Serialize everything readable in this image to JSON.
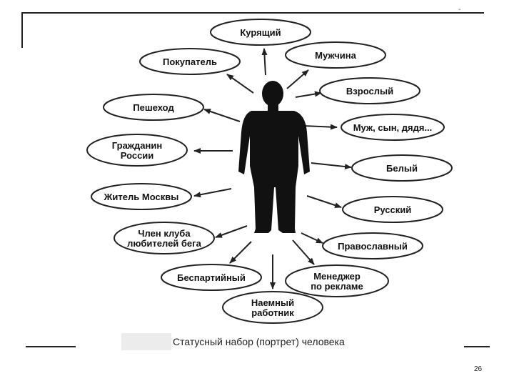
{
  "slide": {
    "caption": "Статусный набор (портрет) человека",
    "page_number": "26",
    "corner_mark": "-"
  },
  "diagram": {
    "nodes": [
      {
        "id": "smoker",
        "lines": [
          "Курящий"
        ]
      },
      {
        "id": "buyer",
        "lines": [
          "Покупатель"
        ]
      },
      {
        "id": "man",
        "lines": [
          "Мужчина"
        ]
      },
      {
        "id": "adult",
        "lines": [
          "Взрослый"
        ]
      },
      {
        "id": "pedestrian",
        "lines": [
          "Пешеход"
        ]
      },
      {
        "id": "relatives",
        "lines": [
          "Муж, сын, дядя..."
        ]
      },
      {
        "id": "citizen",
        "lines": [
          "Гражданин",
          "России"
        ]
      },
      {
        "id": "white",
        "lines": [
          "Белый"
        ]
      },
      {
        "id": "moscow",
        "lines": [
          "Житель Москвы"
        ]
      },
      {
        "id": "russian",
        "lines": [
          "Русский"
        ]
      },
      {
        "id": "runclub",
        "lines": [
          "Член клуба",
          "любителей бега"
        ]
      },
      {
        "id": "orthodox",
        "lines": [
          "Православный"
        ]
      },
      {
        "id": "nonparty",
        "lines": [
          "Беспартийный"
        ]
      },
      {
        "id": "manager",
        "lines": [
          "Менеджер",
          "по рекламе"
        ]
      },
      {
        "id": "employee",
        "lines": [
          "Наемный",
          "работник"
        ]
      }
    ]
  }
}
